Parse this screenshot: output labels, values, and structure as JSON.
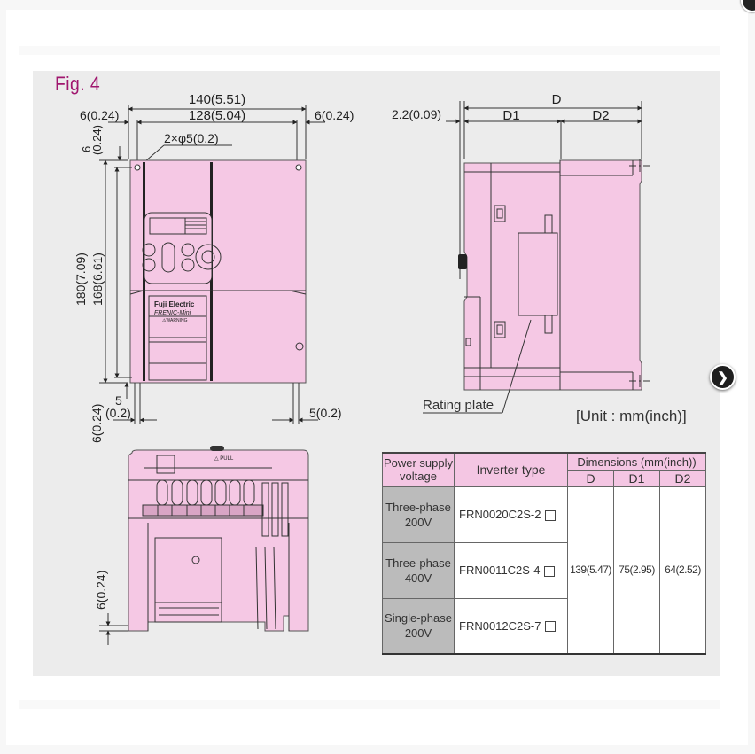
{
  "figure": {
    "title": "Fig. 4",
    "unit_label": "[Unit : mm(inch)]",
    "rating_plate_label": "Rating plate",
    "front_view": {
      "width_overall": "140(5.51)",
      "mount_width": "128(5.04)",
      "left_margin": "6(0.24)",
      "right_margin": "6(0.24)",
      "hole_spec": "2×φ5(0.2)",
      "top_margin_value": "6",
      "top_margin_inch": "(0.24)",
      "height_overall": "180(7.09)",
      "mount_height": "168(6.61)",
      "bottom_margin": "6(0.24)",
      "slot_left_value": "5",
      "slot_left_inch": "(0.2)",
      "slot_right": "5(0.2)",
      "brand": "Fuji Electric",
      "series": "FRENIC-Mini",
      "warning": "⚠WARNING"
    },
    "side_view": {
      "depth_total": "D",
      "depth_front": "D1",
      "depth_rear": "D2",
      "offset": "2.2(0.09)"
    },
    "bottom_view": {
      "pull_label": "△ PULL",
      "foot_height": "6(0.24)"
    }
  },
  "table": {
    "headers": {
      "power_supply": "Power supply voltage",
      "power_supply_line1": "Power supply",
      "power_supply_line2": "voltage",
      "inverter_type": "Inverter type",
      "dimensions": "Dimensions (mm(inch))",
      "d": "D",
      "d1": "D1",
      "d2": "D2"
    },
    "rows": [
      {
        "voltage_line1": "Three-phase",
        "voltage_line2": "200V",
        "type": "FRN0020C2S-2"
      },
      {
        "voltage_line1": "Three-phase",
        "voltage_line2": "400V",
        "type": "FRN0011C2S-4"
      },
      {
        "voltage_line1": "Single-phase",
        "voltage_line2": "200V",
        "type": "FRN0012C2S-7"
      }
    ],
    "dimensions": {
      "d": "139(5.47)",
      "d1": "75(2.95)",
      "d2": "64(2.52)"
    }
  },
  "navigation": {
    "next_icon": "chevron-right-icon",
    "close_icon": "close-icon"
  },
  "colors": {
    "title": "#a0166e",
    "device_pink": "#f5c8e4",
    "figure_bg": "#ececec",
    "voltage_cell": "#bbbbbb",
    "header_pink": "#f4c6e3"
  }
}
